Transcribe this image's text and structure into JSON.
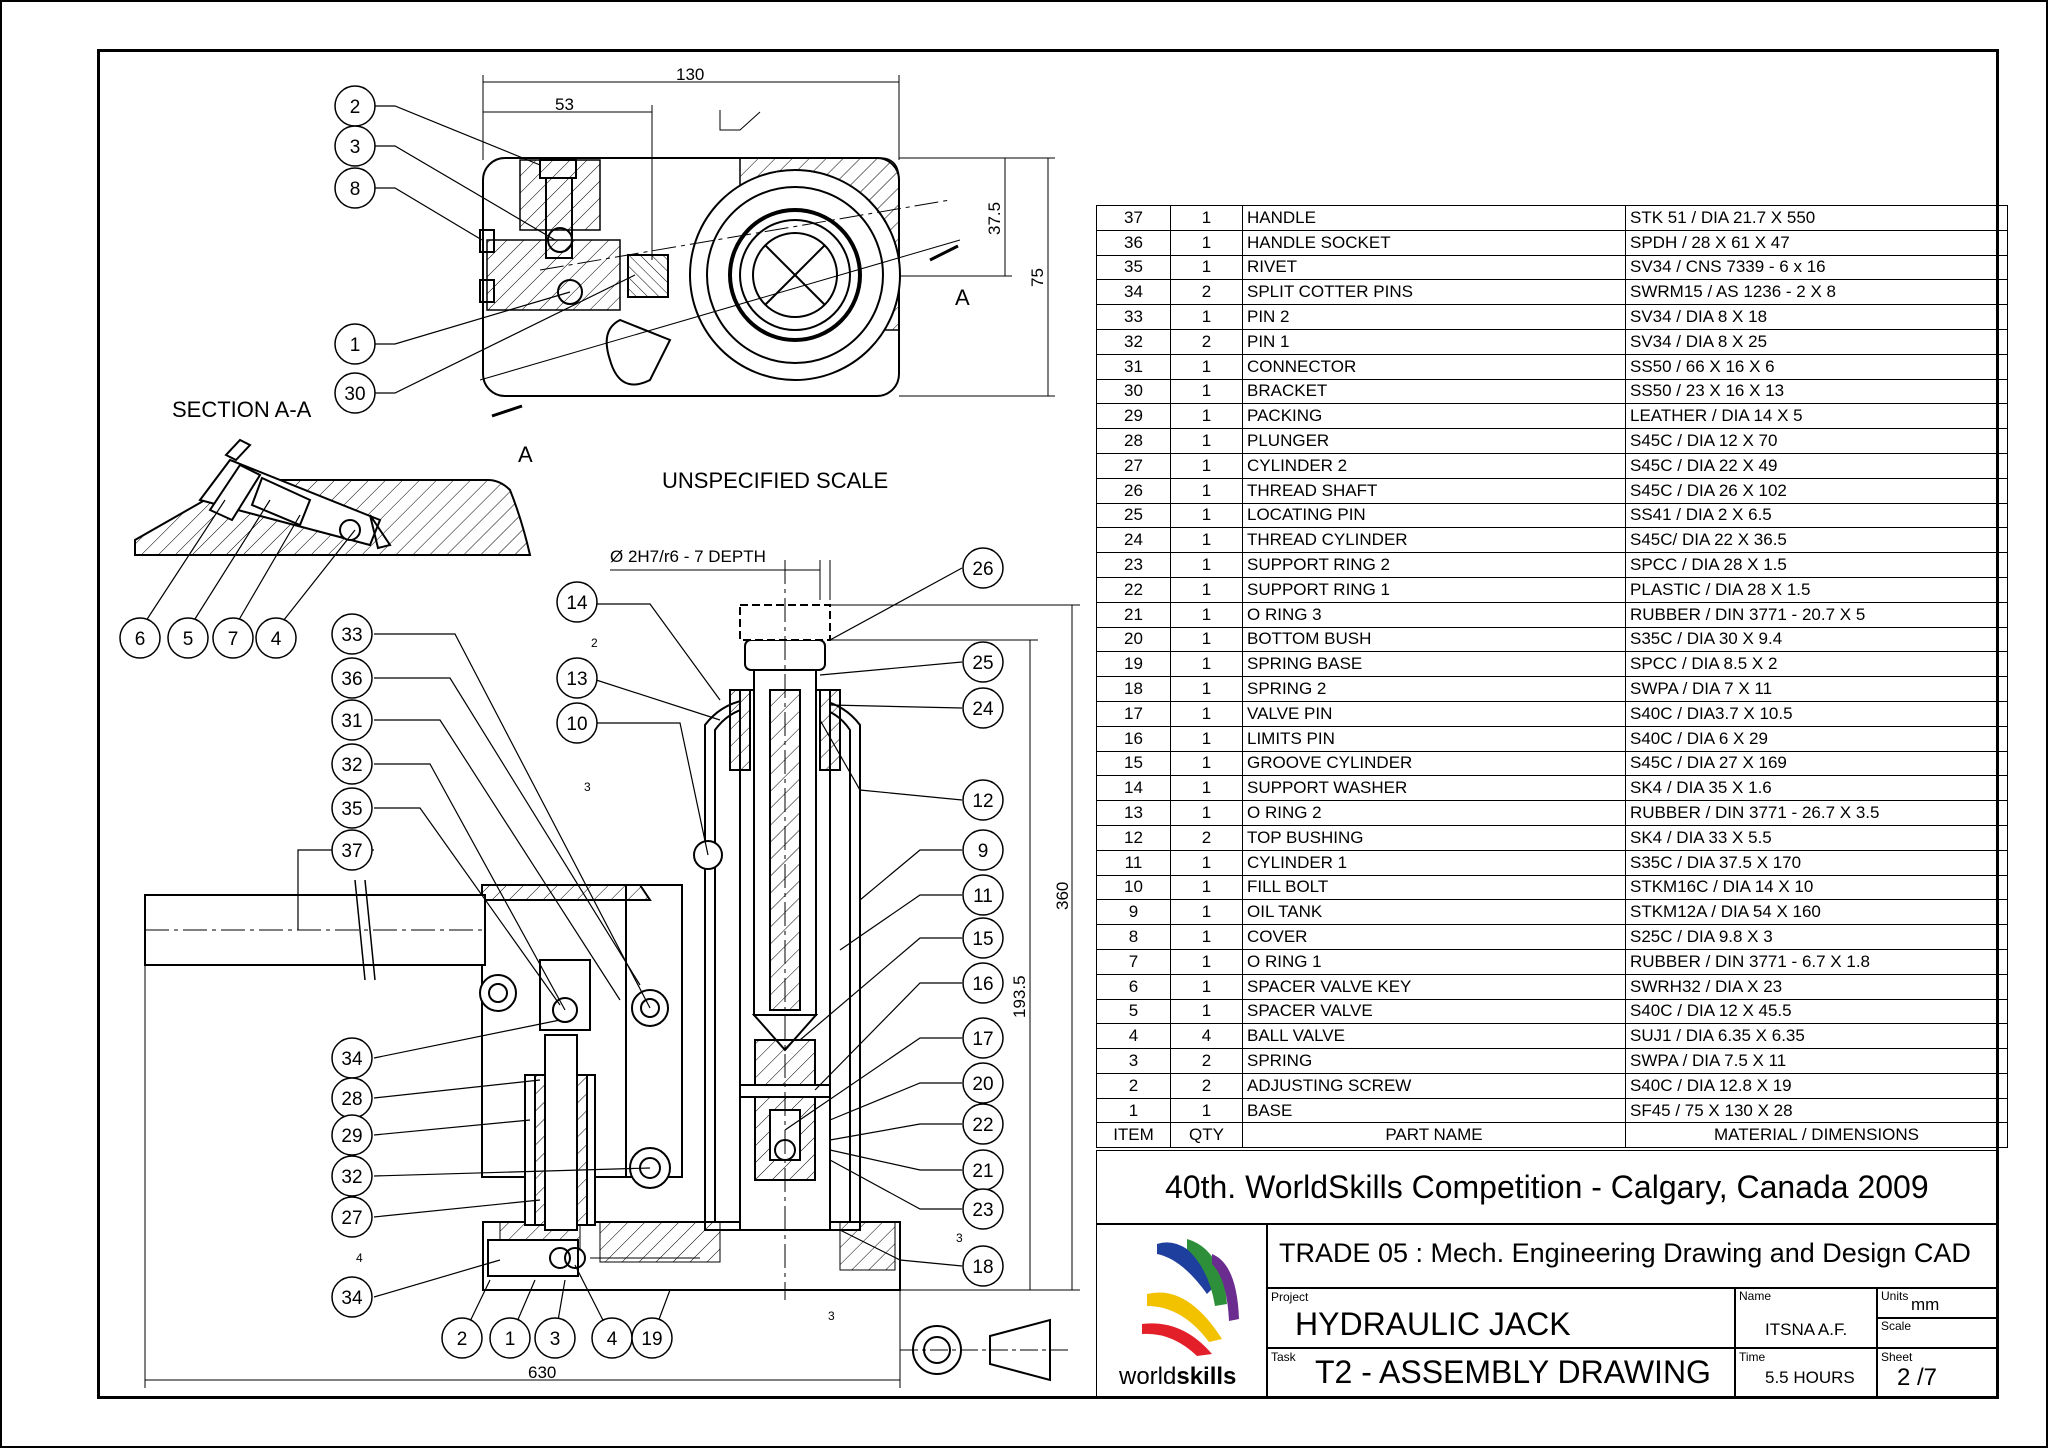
{
  "drawing": {
    "section_label": "SECTION A-A",
    "scale_note": "UNSPECIFIED SCALE",
    "fit_note": "Ø 2H7/r6 - 7 DEPTH",
    "section_marker": "A",
    "dimensions": {
      "top_width": "130",
      "top_offset": "53",
      "height_37_5": "37.5",
      "height_75": "75",
      "total_height": "360",
      "mid_height": "193.5",
      "total_length": "630"
    },
    "surface_marks": [
      "2",
      "3",
      "4",
      "3",
      "3"
    ],
    "balloons": [
      "2",
      "3",
      "8",
      "1",
      "30",
      "6",
      "5",
      "7",
      "4",
      "33",
      "36",
      "31",
      "32",
      "35",
      "37",
      "34",
      "28",
      "29",
      "32",
      "27",
      "34",
      "2",
      "1",
      "3",
      "4",
      "19",
      "14",
      "13",
      "10",
      "26",
      "25",
      "24",
      "12",
      "9",
      "11",
      "15",
      "16",
      "17",
      "20",
      "22",
      "21",
      "23",
      "18"
    ]
  },
  "bom": {
    "rows": [
      {
        "item": "37",
        "qty": "1",
        "name": "HANDLE",
        "material": "STK 51 /  DIA 21.7 X 550"
      },
      {
        "item": "36",
        "qty": "1",
        "name": "HANDLE SOCKET",
        "material": "SPDH / 28 X 61 X 47"
      },
      {
        "item": "35",
        "qty": "1",
        "name": "RIVET",
        "material": "SV34 / CNS 7339 - 6 x 16"
      },
      {
        "item": "34",
        "qty": "2",
        "name": "SPLIT COTTER PINS",
        "material": "SWRM15 / AS 1236 - 2 X 8"
      },
      {
        "item": "33",
        "qty": "1",
        "name": "PIN 2",
        "material": "SV34 /  DIA 8 X 18"
      },
      {
        "item": "32",
        "qty": "2",
        "name": "PIN 1",
        "material": "SV34 /  DIA 8 X 25"
      },
      {
        "item": "31",
        "qty": "1",
        "name": "CONNECTOR",
        "material": "SS50 / 66 X 16 X 6"
      },
      {
        "item": "30",
        "qty": "1",
        "name": "BRACKET",
        "material": "SS50 / 23 X 16 X 13"
      },
      {
        "item": "29",
        "qty": "1",
        "name": "PACKING",
        "material": "LEATHER / DIA 14 X 5"
      },
      {
        "item": "28",
        "qty": "1",
        "name": "PLUNGER",
        "material": "S45C / DIA 12 X 70"
      },
      {
        "item": "27",
        "qty": "1",
        "name": "CYLINDER 2",
        "material": "S45C / DIA 22 X 49"
      },
      {
        "item": "26",
        "qty": "1",
        "name": "THREAD SHAFT",
        "material": "S45C / DIA 26 X 102"
      },
      {
        "item": "25",
        "qty": "1",
        "name": "LOCATING PIN",
        "material": "SS41 / DIA 2 X 6.5"
      },
      {
        "item": "24",
        "qty": "1",
        "name": "THREAD CYLINDER",
        "material": "S45C/ DIA 22 X 36.5"
      },
      {
        "item": "23",
        "qty": "1",
        "name": "SUPPORT RING 2",
        "material": "SPCC / DIA 28 X 1.5"
      },
      {
        "item": "22",
        "qty": "1",
        "name": "SUPPORT RING 1",
        "material": "PLASTIC / DIA 28 X 1.5"
      },
      {
        "item": "21",
        "qty": "1",
        "name": "O RING 3",
        "material": "RUBBER / DIN 3771 - 20.7 X 5"
      },
      {
        "item": "20",
        "qty": "1",
        "name": "BOTTOM BUSH",
        "material": "S35C / DIA 30 X 9.4"
      },
      {
        "item": "19",
        "qty": "1",
        "name": "SPRING BASE",
        "material": "SPCC / DIA 8.5 X 2"
      },
      {
        "item": "18",
        "qty": "1",
        "name": "SPRING 2",
        "material": "SWPA / DIA 7 X 11"
      },
      {
        "item": "17",
        "qty": "1",
        "name": "VALVE PIN",
        "material": "S40C / DIA3.7 X 10.5"
      },
      {
        "item": "16",
        "qty": "1",
        "name": "LIMITS PIN",
        "material": "S40C / DIA 6 X 29"
      },
      {
        "item": "15",
        "qty": "1",
        "name": "GROOVE CYLINDER",
        "material": "S45C /  DIA 27 X 169"
      },
      {
        "item": "14",
        "qty": "1",
        "name": "SUPPORT WASHER",
        "material": "SK4 /  DIA 35 X 1.6"
      },
      {
        "item": "13",
        "qty": "1",
        "name": "O RING 2",
        "material": "RUBBER /  DIN 3771 - 26.7 X 3.5"
      },
      {
        "item": "12",
        "qty": "2",
        "name": "TOP BUSHING",
        "material": "SK4 / DIA 33 X 5.5"
      },
      {
        "item": "11",
        "qty": "1",
        "name": "CYLINDER 1",
        "material": "S35C / DIA 37.5 X 170"
      },
      {
        "item": "10",
        "qty": "1",
        "name": "FILL BOLT",
        "material": "STKM16C / DIA 14 X 10"
      },
      {
        "item": "9",
        "qty": "1",
        "name": "OIL TANK",
        "material": "STKM12A / DIA 54 X 160"
      },
      {
        "item": "8",
        "qty": "1",
        "name": "COVER",
        "material": "S25C / DIA 9.8 X 3"
      },
      {
        "item": "7",
        "qty": "1",
        "name": "O RING 1",
        "material": "RUBBER / DIN 3771 - 6.7 X 1.8"
      },
      {
        "item": "6",
        "qty": "1",
        "name": "SPACER VALVE KEY",
        "material": "SWRH32 / DIA X 23"
      },
      {
        "item": "5",
        "qty": "1",
        "name": "SPACER VALVE",
        "material": "S40C / DIA 12 X 45.5"
      },
      {
        "item": "4",
        "qty": "4",
        "name": "BALL VALVE",
        "material": "SUJ1 / DIA 6.35 X 6.35"
      },
      {
        "item": "3",
        "qty": "2",
        "name": "SPRING",
        "material": "SWPA / DIA 7.5 X 11"
      },
      {
        "item": "2",
        "qty": "2",
        "name": "ADJUSTING SCREW",
        "material": "S40C / DIA 12.8 X 19"
      },
      {
        "item": "1",
        "qty": "1",
        "name": "BASE",
        "material": "SF45 / 75 X 130 X 28"
      }
    ],
    "header": {
      "item": "ITEM",
      "qty": "QTY",
      "name": "PART NAME",
      "material": "MATERIAL / DIMENSIONS"
    }
  },
  "title_block": {
    "competition": "40th. WorldSkills Competition - Calgary, Canada 2009",
    "trade": "TRADE 05 : Mech. Engineering Drawing and Design CAD",
    "project_label": "Project",
    "project": "HYDRAULIC JACK",
    "task_label": "Task",
    "task": "T2 - ASSEMBLY DRAWING",
    "name_label": "Name",
    "name": "ITSNA A.F.",
    "units_label": "Units",
    "units": "mm",
    "scale_label": "Scale",
    "time_label": "Time",
    "time": "5.5 HOURS",
    "sheet_label": "Sheet",
    "sheet": "2 /7",
    "logo_text_a": "world",
    "logo_text_b": "skills",
    "logo_colors": [
      "#1f3f9e",
      "#2e8f3a",
      "#f2c200",
      "#e3202a",
      "#6b2c8f"
    ]
  }
}
